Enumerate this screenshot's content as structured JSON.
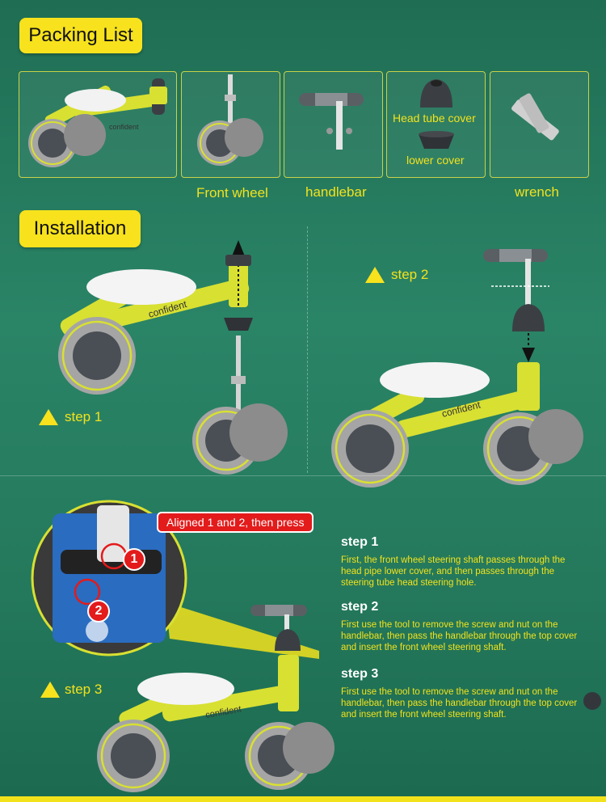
{
  "packing_list": {
    "title": "Packing List",
    "labels": {
      "front_wheel": "Front wheel",
      "handlebar": "handlebar",
      "head_tube_cover": "Head tube cover",
      "lower_cover": "lower cover",
      "wrench": "wrench"
    },
    "brand": "confident"
  },
  "installation": {
    "title": "Installation",
    "step1_label": "step 1",
    "step2_label": "step 2",
    "step3_label": "step 3",
    "aligned_tag": "Aligned 1 and 2, then press",
    "mark1": "1",
    "mark2": "2"
  },
  "instructions": [
    {
      "title": "step 1",
      "text": "First, the front wheel steering shaft passes through the head pipe lower cover, and then passes through the steering tube head steering hole."
    },
    {
      "title": "step 2",
      "text": "First use the tool to remove the screw and nut on the handlebar, then pass the handlebar through the top cover and insert the front wheel steering shaft."
    },
    {
      "title": "step 3",
      "text": "First use the tool to remove the screw and nut on the handlebar, then pass the handlebar through the top cover and insert the front wheel steering shaft."
    }
  ],
  "colors": {
    "background": "#257a5d",
    "accent_yellow": "#f7e21d",
    "frame_yellow": "#d8e032",
    "wheel_grey": "#a5a5a5",
    "hub_dark": "#4a4f55",
    "alert_red": "#e31b1b"
  }
}
